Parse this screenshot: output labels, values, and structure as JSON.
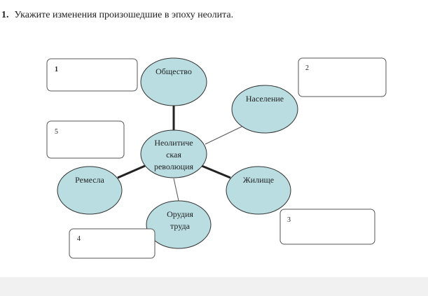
{
  "task": {
    "number": "1.",
    "text": "Укажите изменения произошедшие в эпоху неолита."
  },
  "center": {
    "lines": [
      "Неолитиче",
      "ская",
      "революция"
    ]
  },
  "nodes": {
    "society": {
      "lines": [
        "Общество"
      ]
    },
    "population": {
      "lines": [
        "Население"
      ]
    },
    "crafts": {
      "lines": [
        "Ремесла"
      ]
    },
    "dwelling": {
      "lines": [
        "Жилище"
      ]
    },
    "tools": {
      "lines": [
        "Орудия",
        "труда"
      ]
    }
  },
  "boxes": {
    "b1": "1",
    "b2": "2",
    "b3": "3",
    "b4": "4",
    "b5": "5"
  },
  "colors": {
    "ellipse_fill": "#b9dde1",
    "stroke": "#333333"
  }
}
